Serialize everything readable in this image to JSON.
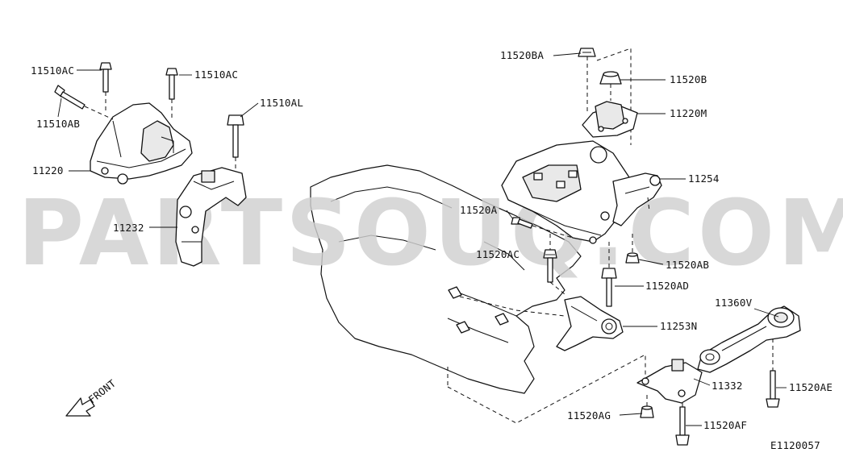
{
  "watermark": "PARTSOUQ.COM",
  "diagram_id": "E1120057",
  "front_label": "FRONT",
  "labels": {
    "p11510AC_1": "11510AC",
    "p11510AC_2": "11510AC",
    "p11510AB": "11510AB",
    "p11510AL": "11510AL",
    "p11220": "11220",
    "p11232": "11232",
    "p11520BA": "11520BA",
    "p11520B": "11520B",
    "p11220M": "11220M",
    "p11254": "11254",
    "p11520A": "11520A",
    "p11520AC": "11520AC",
    "p11520AB": "11520AB",
    "p11520AD": "11520AD",
    "p11253N": "11253N",
    "p11360V": "11360V",
    "p11332": "11332",
    "p11520AE": "11520AE",
    "p11520AG": "11520AG",
    "p11520AF": "11520AF"
  }
}
